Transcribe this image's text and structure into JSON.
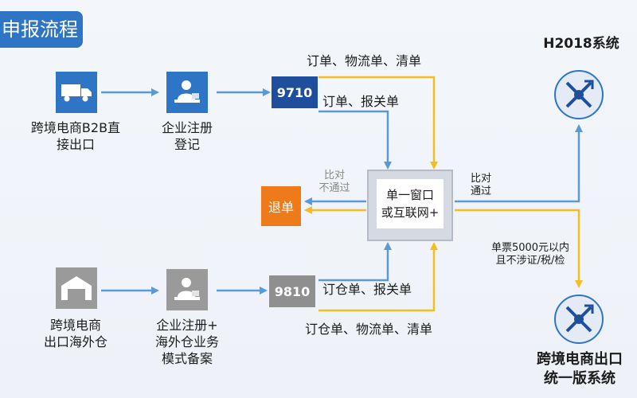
{
  "title": "申报流程",
  "top_row": {
    "source": "跨境电商B2B直接出口",
    "registration": [
      "企业注册",
      "登记"
    ],
    "code": "9710",
    "yellow_label": "订单、物流单、清单",
    "blue_label": "订单、报关单"
  },
  "bottom_row": {
    "source": [
      "跨境电商",
      "出口海外仓"
    ],
    "registration": [
      "企业注册+",
      "海外仓业务",
      "模式备案"
    ],
    "code": "9810",
    "blue_label": "订仓单、报关单",
    "yellow_label": "订仓单、物流单、清单"
  },
  "center": {
    "line1": "单一窗口",
    "line2": "或互联网+"
  },
  "reject": {
    "label": "退单",
    "condition": [
      "比对",
      "不通过"
    ]
  },
  "pass_condition": [
    "比对",
    "通过"
  ],
  "small_amount_condition": [
    "单票5000元以内",
    "且不涉证/税/检"
  ],
  "system_top": "H2018系统",
  "system_bottom": [
    "跨境电商出口",
    "统一版系统"
  ],
  "colors": {
    "blue": "#2e75c6",
    "yellow": "#f5bd1f",
    "orange": "#ef7a1a",
    "gray": "#8f8f8f"
  }
}
